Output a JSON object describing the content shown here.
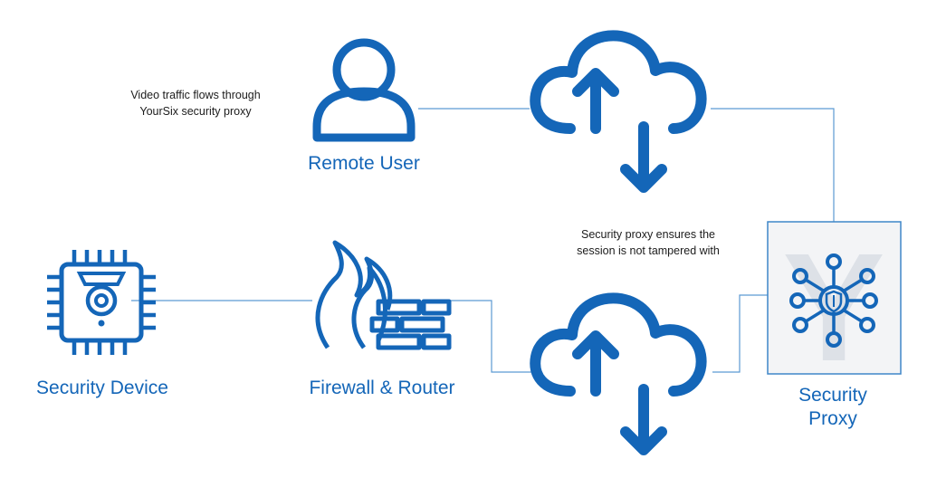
{
  "nodes": {
    "remote_user": "Remote User",
    "security_device": "Security Device",
    "firewall_router": "Firewall & Router",
    "security_proxy": [
      "Security",
      "Proxy"
    ]
  },
  "notes": {
    "video_traffic": [
      "Video traffic flows through",
      "YourSix security proxy"
    ],
    "proxy_ensures": [
      "Security proxy ensures the",
      "session is not tampered with"
    ]
  },
  "watermark": "Y",
  "colors": {
    "primary": "#1466b8",
    "line": "#5c9ad3",
    "panel_fill": "#f3f4f6",
    "panel_border": "#3e86c8",
    "watermark": "#dde1e7"
  }
}
